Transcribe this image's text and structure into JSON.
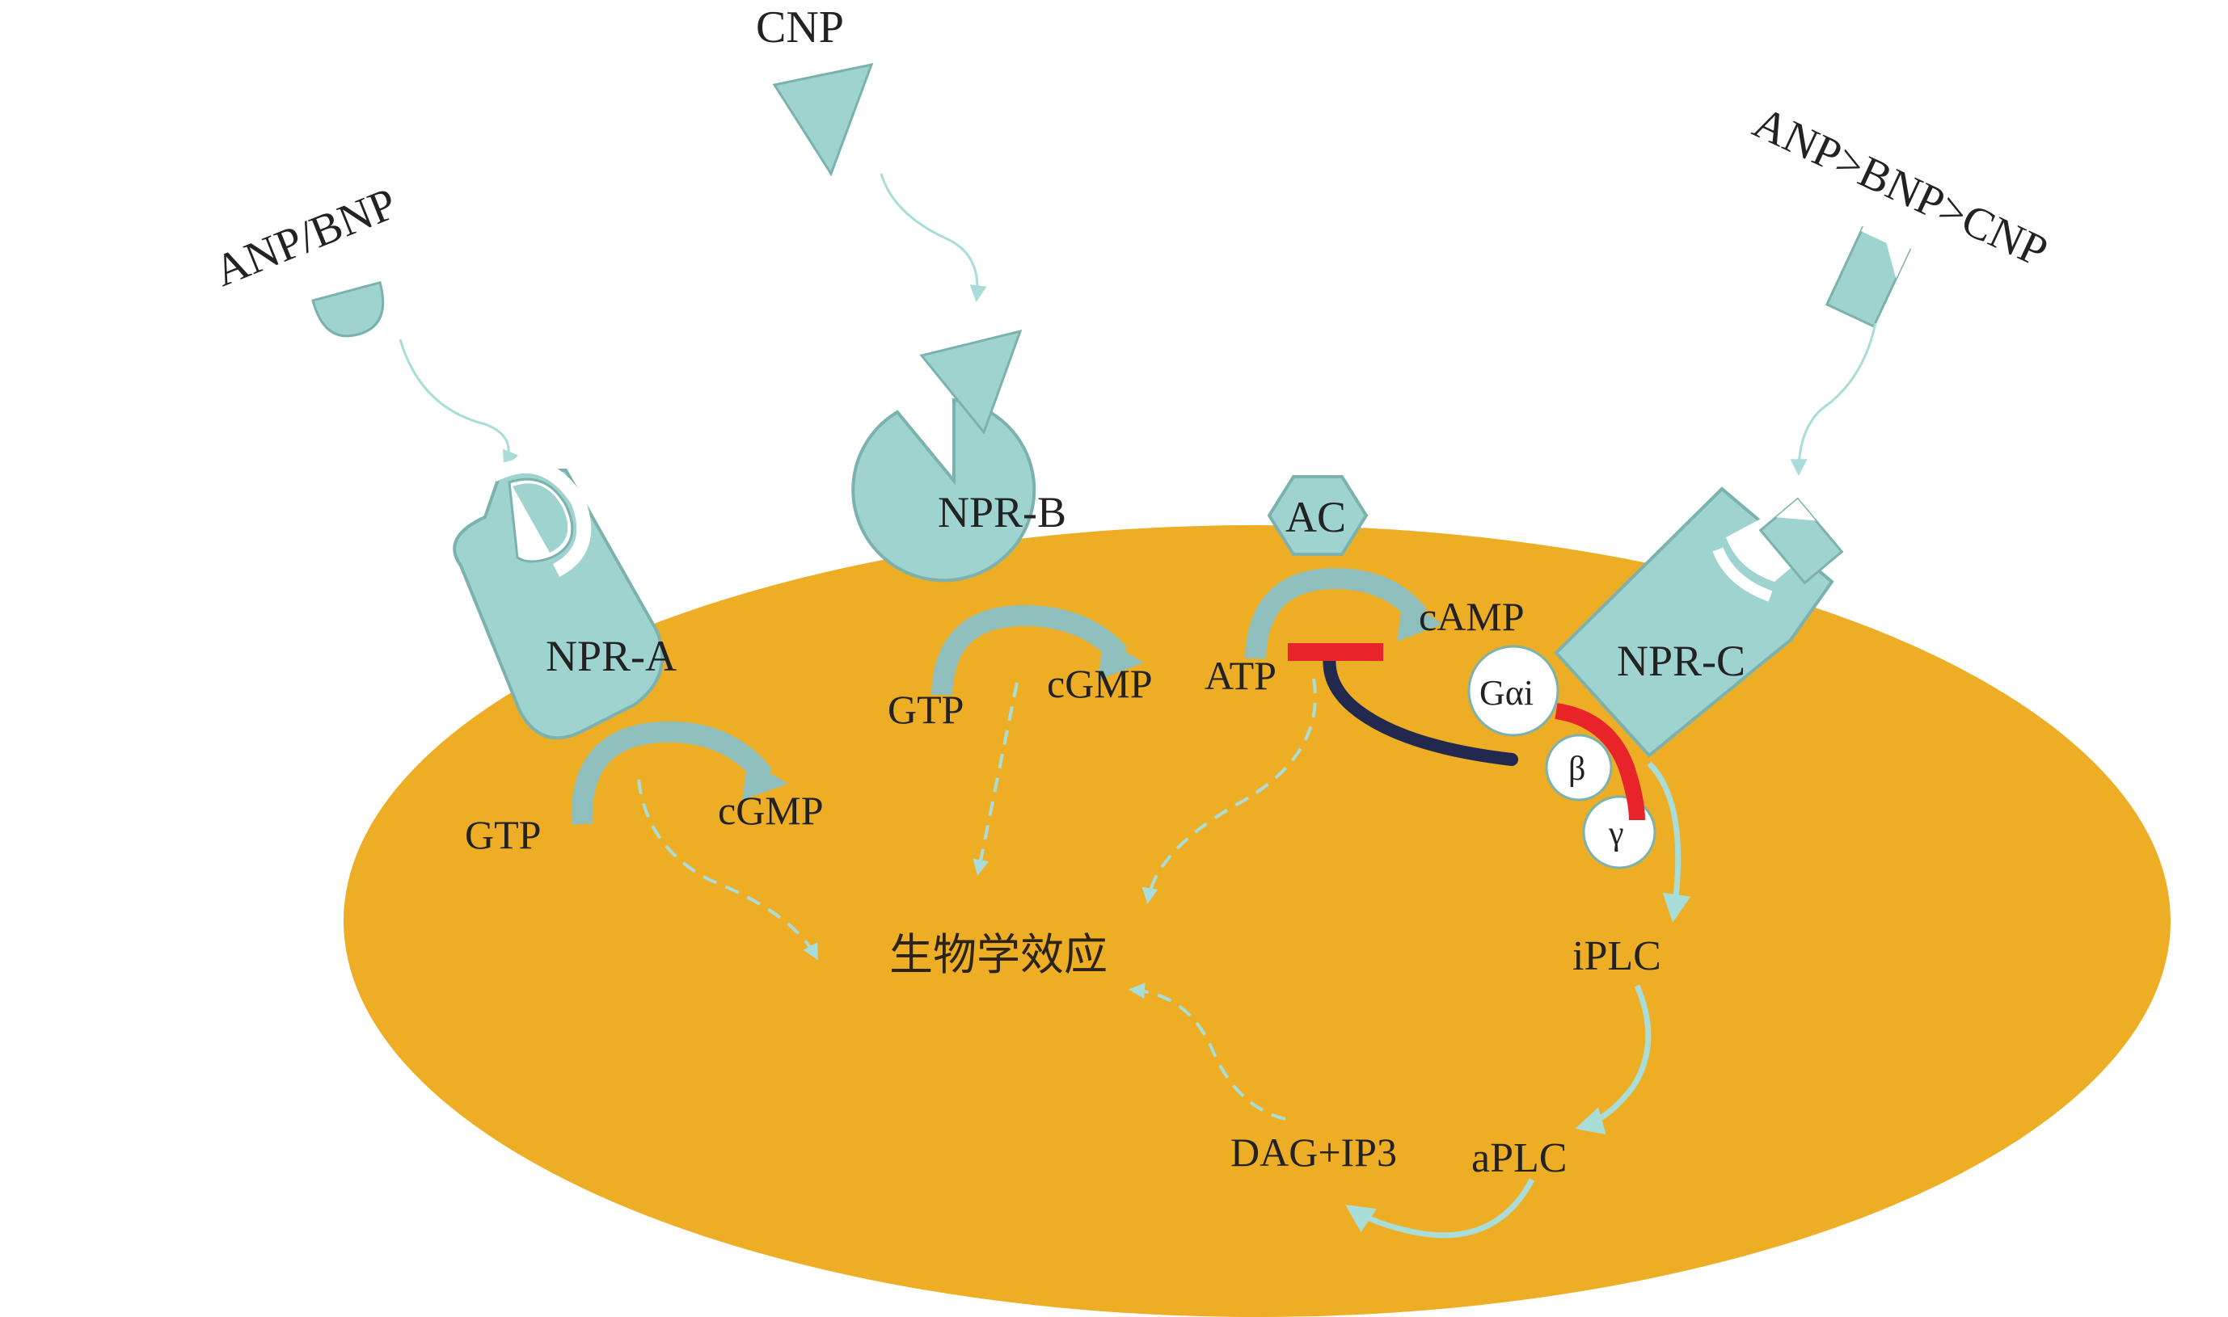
{
  "colors": {
    "cell": "#EDAE26",
    "receptor": "#9FD3CF",
    "receptor_stroke": "#7BB2AE",
    "arrow_light": "#A9DDD9",
    "arrow_curve": "#8FBFBC",
    "inhibit_bar": "#E8232A",
    "inhibit_line": "#23294E",
    "text": "#222222"
  },
  "ligands": {
    "anp_bnp": "ANP/BNP",
    "cnp": "CNP",
    "npr_c_ligands": "ANP>BNP>CNP"
  },
  "receptors": {
    "npr_a": "NPR-A",
    "npr_b": "NPR-B",
    "npr_c": "NPR-C",
    "ac": "AC"
  },
  "reactions": {
    "npr_a": {
      "substrate": "GTP",
      "product": "cGMP"
    },
    "npr_b": {
      "substrate": "GTP",
      "product": "cGMP"
    },
    "ac": {
      "substrate": "ATP",
      "product": "cAMP"
    }
  },
  "g_protein": {
    "alpha": "Gαi",
    "beta": "β",
    "gamma": "γ"
  },
  "plc_pathway": {
    "inactive": "iPLC",
    "active": "aPLC",
    "products": "DAG+IP3"
  },
  "effect": "生物学效应"
}
